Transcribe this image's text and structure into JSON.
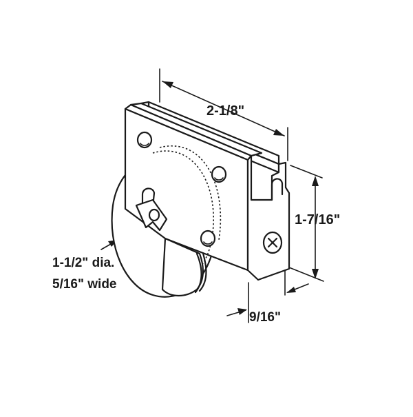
{
  "dimensions": {
    "width_label": "2-1/8\"",
    "height_label": "1-7/16\"",
    "depth_label": "9/16\"",
    "wheel_diameter_label": "1-1/2\" dia.",
    "wheel_width_label": "5/16\" wide"
  },
  "colors": {
    "line": "#1a1a1a",
    "background": "#ffffff"
  }
}
